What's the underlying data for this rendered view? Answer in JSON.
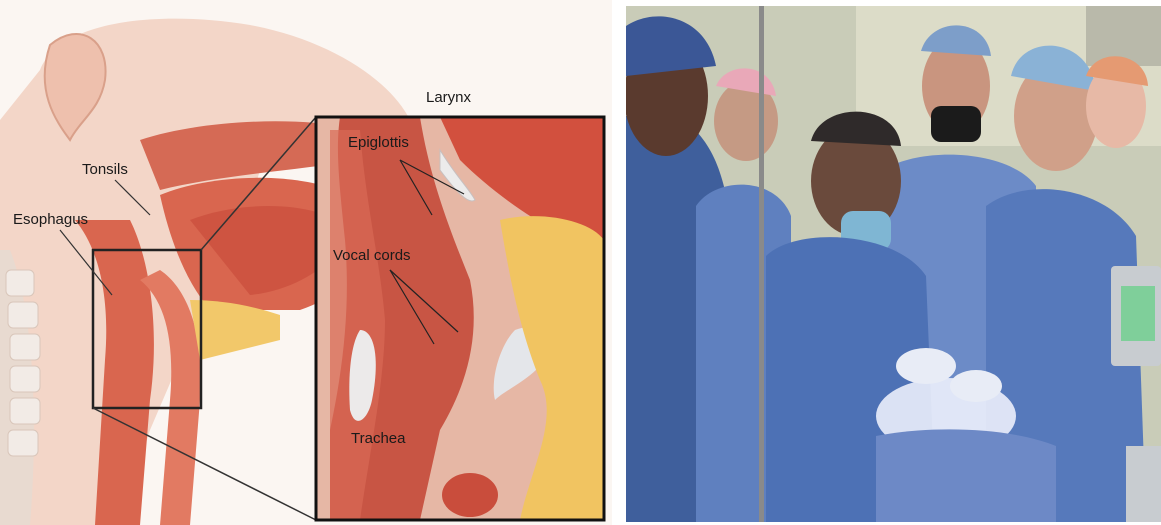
{
  "anatomy": {
    "labels": {
      "larynx": "Larynx",
      "tonsils": "Tonsils",
      "esophagus": "Esophagus",
      "epiglottis": "Epiglottis",
      "vocal_cords": "Vocal cords",
      "trachea": "Trachea"
    },
    "colors": {
      "skin": "#f3d6c8",
      "tissue": "#d9664f",
      "muscle": "#c94d3c",
      "cartilage": "#e9e4e4",
      "fat": "#f2c86a"
    }
  },
  "photo": {
    "colors": {
      "scrubs": "#4b6fb3",
      "drape": "#6d89c6",
      "background": "#c9ccb8",
      "light": "#f4f6ff"
    }
  }
}
